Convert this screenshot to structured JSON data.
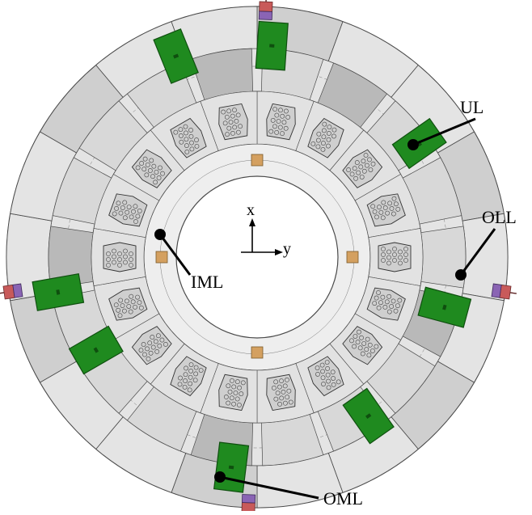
{
  "labels": {
    "ul": "UL",
    "oll": "OLL",
    "iml": "IML",
    "oml": "OML"
  },
  "axes": {
    "x": "x",
    "y": "y"
  },
  "colors": {
    "panel_light": "#e4e4e4",
    "panel_mid": "#cfcfcf",
    "panel_dark": "#b9b9b9",
    "line": "#4a4a4a",
    "green": "#1f8a1f",
    "green_dark": "#0f4f0f",
    "orange": "#d4a060",
    "red": "#c85a5a",
    "purple": "#8a64b4",
    "lattice": "#8a8a8a"
  }
}
